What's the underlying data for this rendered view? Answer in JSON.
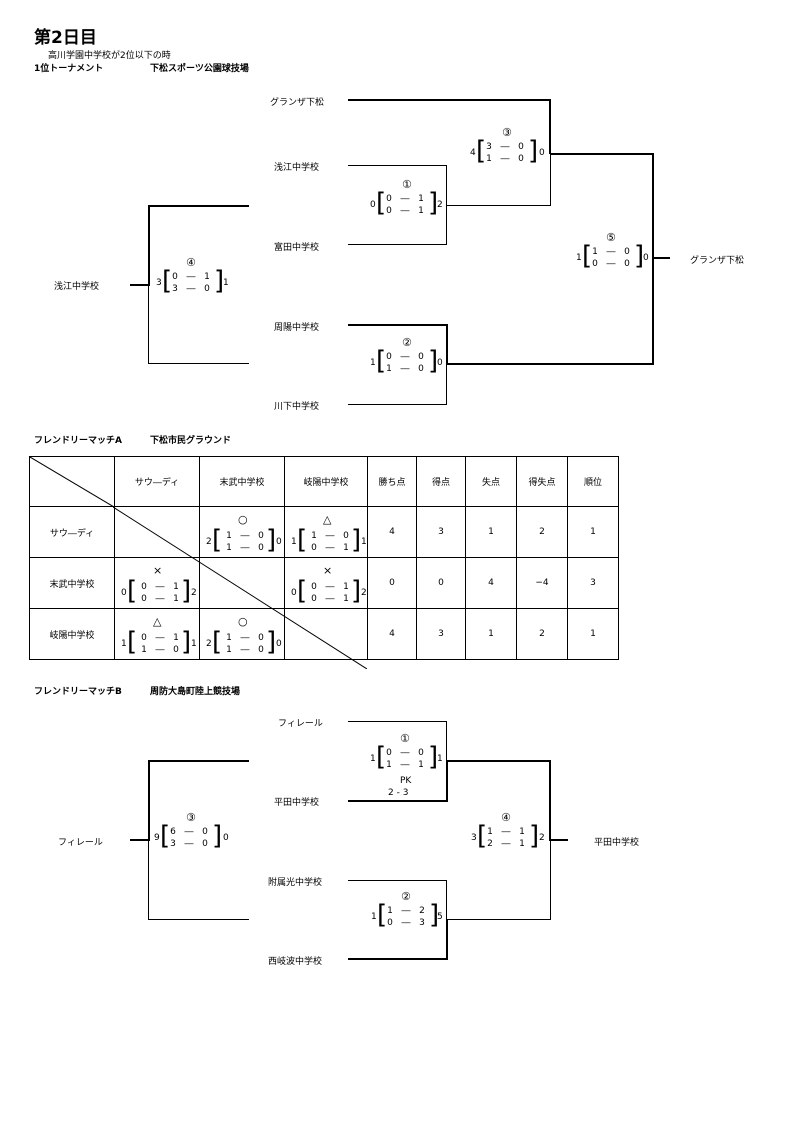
{
  "header": {
    "title": "第2日目",
    "note": "高川学園中学校が2位以下の時"
  },
  "t1": {
    "label": "1位トーナメント",
    "venue": "下松スポーツ公園球技場",
    "left_team": "浅江中学校",
    "right_team": "グランザ下松",
    "teams": [
      "グランザ下松",
      "浅江中学校",
      "富田中学校",
      "周陽中学校",
      "川下中学校"
    ],
    "m1": {
      "no": "①",
      "l": "0",
      "r": "2",
      "h1": "0",
      "h1b": "1",
      "h2": "0",
      "h2b": "1"
    },
    "m2": {
      "no": "②",
      "l": "1",
      "r": "0",
      "h1": "0",
      "h1b": "0",
      "h2": "1",
      "h2b": "0"
    },
    "m3": {
      "no": "③",
      "l": "4",
      "r": "0",
      "h1": "3",
      "h1b": "0",
      "h2": "1",
      "h2b": "0"
    },
    "m4": {
      "no": "④",
      "l": "3",
      "r": "1",
      "h1": "0",
      "h1b": "1",
      "h2": "3",
      "h2b": "0"
    },
    "m5": {
      "no": "⑤",
      "l": "1",
      "r": "0",
      "h1": "1",
      "h1b": "0",
      "h2": "0",
      "h2b": "0"
    }
  },
  "friendly_a": {
    "label": "フレンドリーマッチA",
    "venue": "下松市民グラウンド",
    "columns": [
      "サウ―ディ",
      "末武中学校",
      "岐陽中学校",
      "勝ち点",
      "得点",
      "失点",
      "得失点",
      "順位"
    ],
    "rows": [
      {
        "name": "サウ―ディ",
        "pts": "4",
        "gf": "3",
        "ga": "1",
        "gd": "2",
        "rank": "1"
      },
      {
        "name": "末武中学校",
        "pts": "0",
        "gf": "0",
        "ga": "4",
        "gd": "−4",
        "rank": "3"
      },
      {
        "name": "岐陽中学校",
        "pts": "4",
        "gf": "3",
        "ga": "1",
        "gd": "2",
        "rank": "1"
      }
    ],
    "results": {
      "r0c1": {
        "sym": "○",
        "l": "2",
        "r": "0",
        "h1": "1",
        "h1b": "0",
        "h2": "1",
        "h2b": "0"
      },
      "r0c2": {
        "sym": "△",
        "l": "1",
        "r": "1",
        "h1": "1",
        "h1b": "0",
        "h2": "0",
        "h2b": "1"
      },
      "r1c0": {
        "sym": "×",
        "l": "0",
        "r": "2",
        "h1": "0",
        "h1b": "1",
        "h2": "0",
        "h2b": "1"
      },
      "r1c2": {
        "sym": "×",
        "l": "0",
        "r": "2",
        "h1": "0",
        "h1b": "1",
        "h2": "0",
        "h2b": "1"
      },
      "r2c0": {
        "sym": "△",
        "l": "1",
        "r": "1",
        "h1": "0",
        "h1b": "1",
        "h2": "1",
        "h2b": "0"
      },
      "r2c1": {
        "sym": "○",
        "l": "2",
        "r": "0",
        "h1": "1",
        "h1b": "0",
        "h2": "1",
        "h2b": "0"
      }
    }
  },
  "friendly_b": {
    "label": "フレンドリーマッチB",
    "venue": "周防大島町陸上競技場",
    "left_team": "フィレール",
    "right_team": "平田中学校",
    "teams": [
      "フィレール",
      "平田中学校",
      "附属光中学校",
      "西岐波中学校"
    ],
    "m1": {
      "no": "①",
      "l": "1",
      "r": "1",
      "h1": "0",
      "h1b": "0",
      "h2": "1",
      "h2b": "1",
      "pk": "PK",
      "pk_score": "2 - 3"
    },
    "m2": {
      "no": "②",
      "l": "1",
      "r": "5",
      "h1": "1",
      "h1b": "2",
      "h2": "0",
      "h2b": "3"
    },
    "m3": {
      "no": "③",
      "l": "9",
      "r": "0",
      "h1": "6",
      "h1b": "0",
      "h2": "3",
      "h2b": "0"
    },
    "m4": {
      "no": "④",
      "l": "3",
      "r": "2",
      "h1": "1",
      "h1b": "1",
      "h2": "2",
      "h2b": "1"
    }
  },
  "dash": "―"
}
